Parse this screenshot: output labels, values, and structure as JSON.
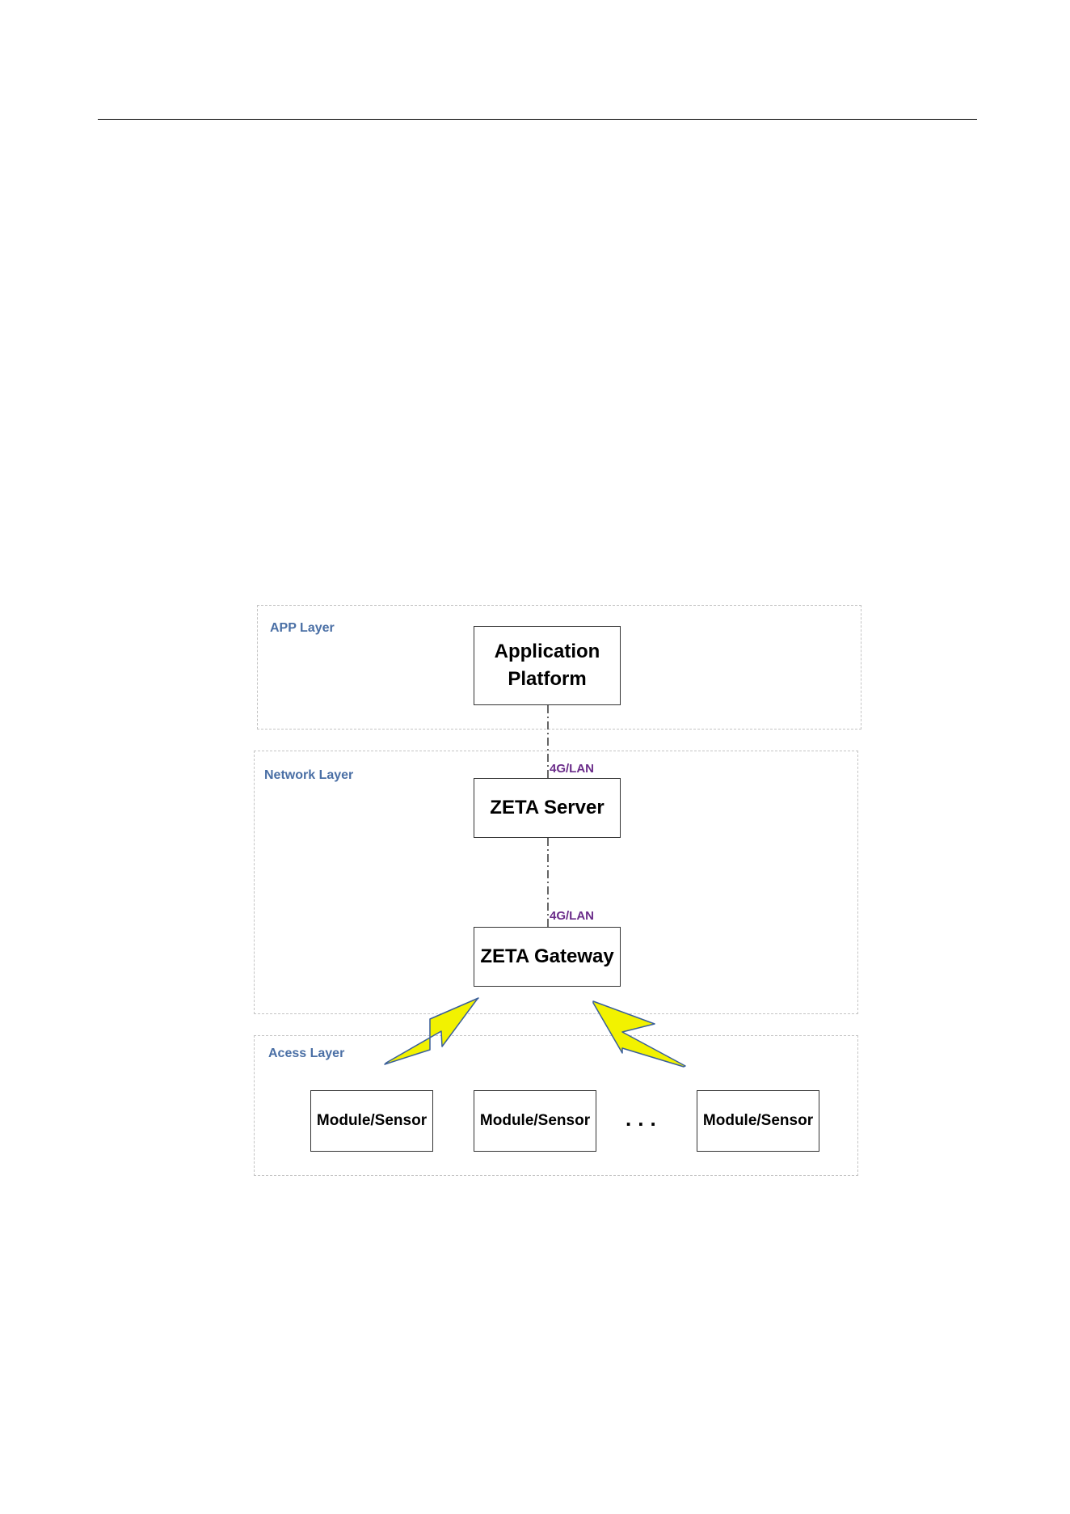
{
  "diagram": {
    "layers": {
      "app": "APP Layer",
      "network": "Network Layer",
      "access": "Acess Layer"
    },
    "nodes": {
      "application_line1": "Application",
      "application_line2": "Platform",
      "server": "ZETA Server",
      "gateway": "ZETA Gateway",
      "module1": "Module/Sensor",
      "module2": "Module/Sensor",
      "module3": "Module/Sensor"
    },
    "links": {
      "app_to_server": "4G/LAN",
      "server_to_gateway": "4G/LAN"
    },
    "ellipsis": "...",
    "colors": {
      "layer_label": "#4a6fa5",
      "link_label": "#6b2d8a",
      "wireless_bolt": "#f2f200"
    }
  }
}
